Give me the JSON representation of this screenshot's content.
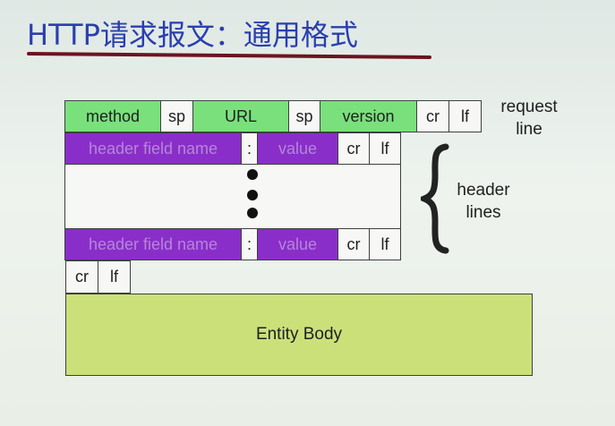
{
  "title": "HTTP请求报文：通用格式",
  "request_line": {
    "fields": [
      "method",
      "sp",
      "URL",
      "sp",
      "version",
      "cr",
      "lf"
    ],
    "label_line1": "request",
    "label_line2": "line"
  },
  "header_row1": {
    "name": "header field name",
    "sep": ":",
    "value": "value",
    "cr": "cr",
    "lf": "lf"
  },
  "header_row2": {
    "name": "header field name",
    "sep": ":",
    "value": "value",
    "cr": "cr",
    "lf": "lf"
  },
  "header_label": {
    "line1": "header",
    "line2": "lines"
  },
  "blank_line": {
    "cr": "cr",
    "lf": "lf"
  },
  "entity_body": "Entity Body",
  "colors": {
    "title": "#2a3fae",
    "green": "#79e07c",
    "purple": "#8a2ec9",
    "body": "#cce07a",
    "underline": "#6b1420"
  }
}
